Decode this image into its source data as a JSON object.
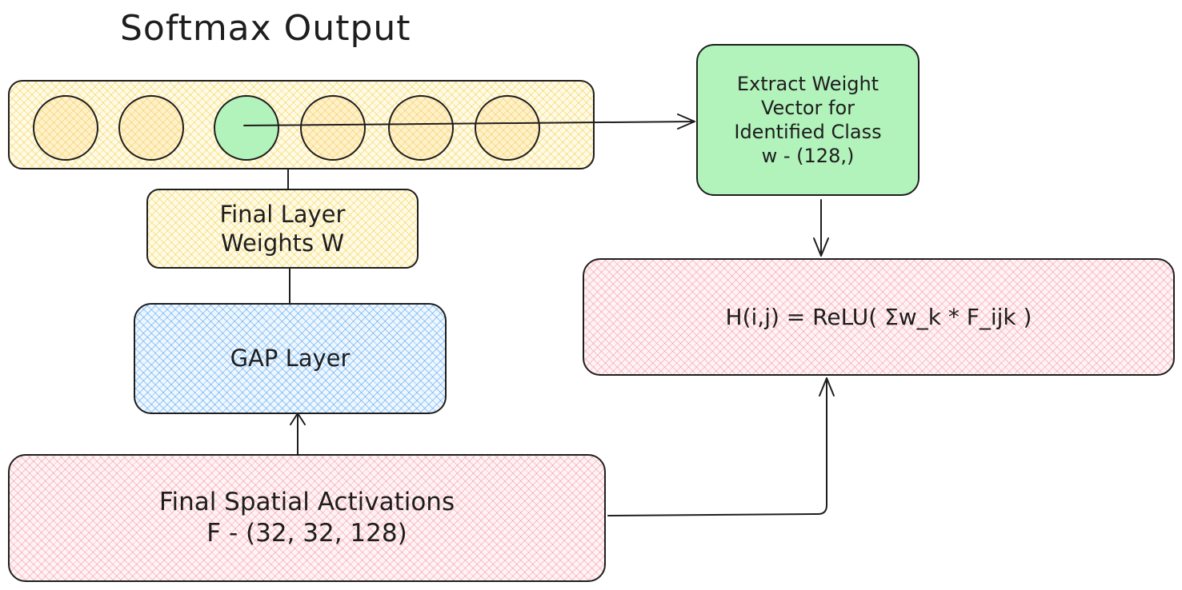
{
  "diagram": {
    "title": "Softmax Output",
    "softmax_neurons": [
      {
        "id": 1,
        "state": "inactive"
      },
      {
        "id": 2,
        "state": "inactive"
      },
      {
        "id": 3,
        "state": "active"
      },
      {
        "id": 4,
        "state": "inactive"
      },
      {
        "id": 5,
        "state": "inactive"
      },
      {
        "id": 6,
        "state": "inactive"
      }
    ],
    "nodes": {
      "final_layer_weights": "Final Layer\nWeights W",
      "gap_layer": "GAP Layer",
      "final_spatial_activations": "Final Spatial Activations\nF - (32, 32, 128)",
      "extract_weight_vector": "Extract Weight\nVector for\nIdentified Class\nw - (128,)",
      "heatmap_formula": "H(i,j) = ReLU( Σw_k * F_ijk )"
    },
    "colors": {
      "yellow_fill": "#fff1c9",
      "green_fill": "#b2f2bb",
      "blue_hatch": "#5aaaf0",
      "red_hatch": "#f08296",
      "stroke": "#1e1e1e"
    }
  }
}
